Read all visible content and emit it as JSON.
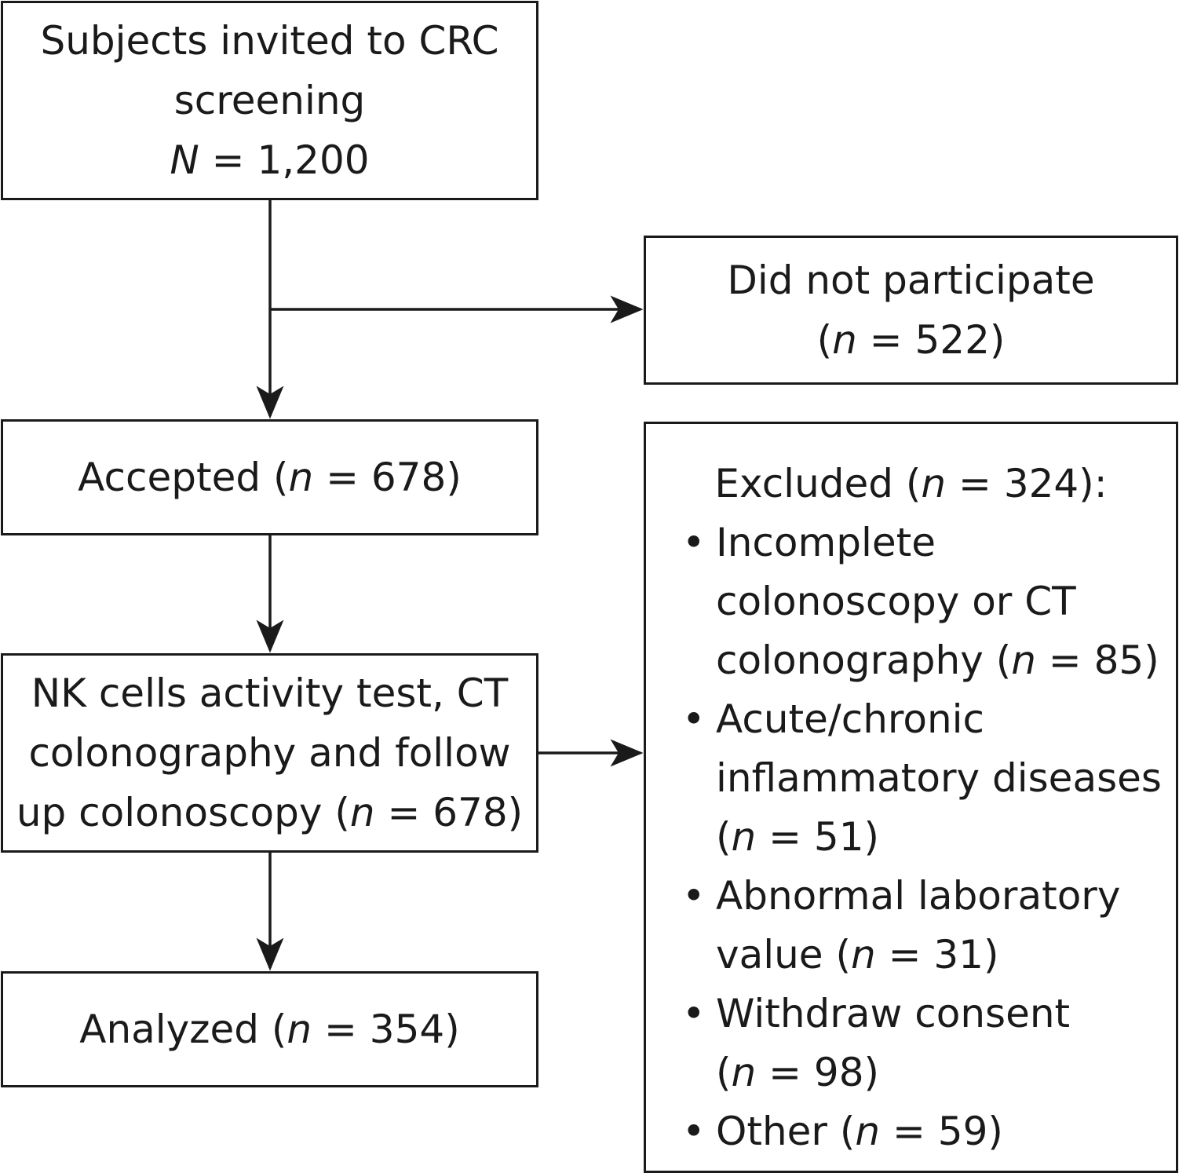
{
  "boxes": {
    "invited": {
      "lines": [
        "Subjects invited to CRC",
        "screening"
      ],
      "count_symbol": "N",
      "count_value": "1,200"
    },
    "not_participate": {
      "label": "Did not participate",
      "n_value": "522"
    },
    "accepted": {
      "label": "Accepted",
      "n_value": "678"
    },
    "tests": {
      "lines": [
        "NK cells activity test, CT",
        "colonography and follow",
        "up colonoscopy"
      ],
      "n_value": "678"
    },
    "analyzed": {
      "label": "Analyzed",
      "n_value": "354"
    },
    "excluded": {
      "label": "Excluded",
      "n_value": "324",
      "items": [
        {
          "lines": [
            "Incomplete",
            "colonoscopy or CT",
            "colonography"
          ],
          "n_value": "85"
        },
        {
          "lines": [
            "Acute/chronic",
            "inflammatory diseases",
            ""
          ],
          "n_value": "51"
        },
        {
          "lines": [
            "Abnormal laboratory",
            "value"
          ],
          "n_value": "31"
        },
        {
          "lines": [
            "Withdraw consent",
            ""
          ],
          "n_value": "98"
        },
        {
          "lines": [
            "Other"
          ],
          "n_value": "59"
        }
      ]
    }
  },
  "n_symbol": "n",
  "bullet_glyph": "•",
  "colors": {
    "line": "#1a1a1a",
    "background": "#ffffff"
  }
}
